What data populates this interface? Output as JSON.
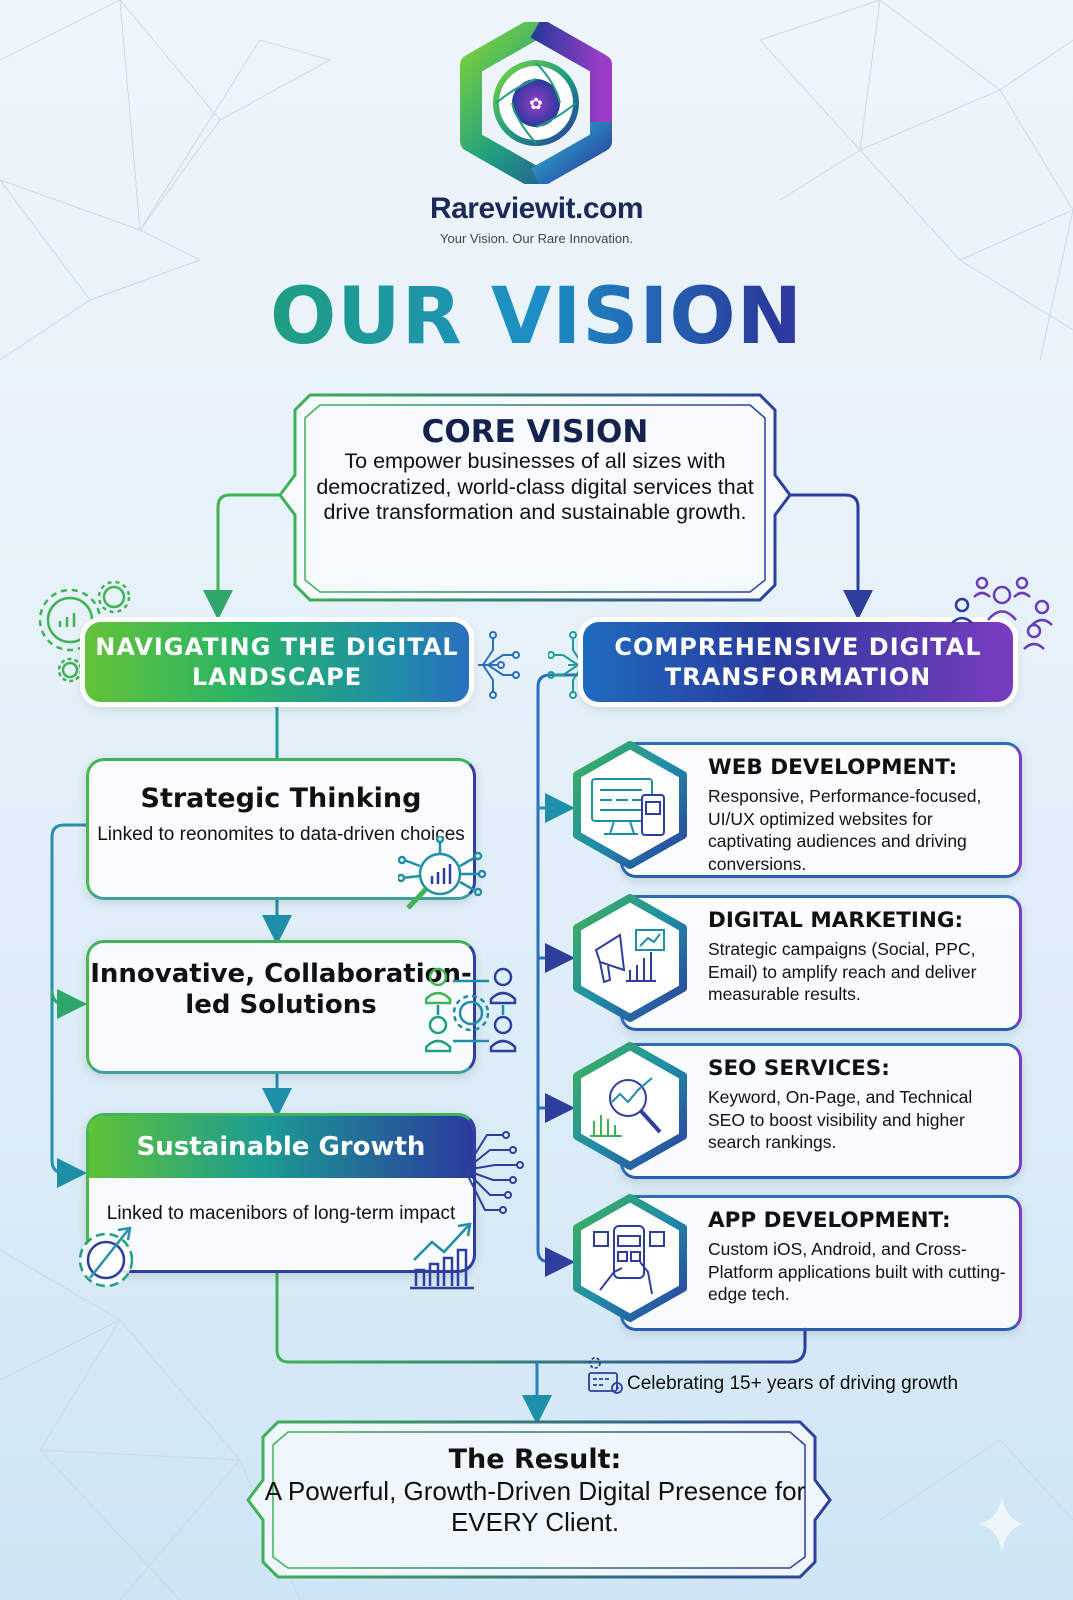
{
  "header": {
    "brand": "Rareviewit.com",
    "tagline": "Your Vision. Our Rare Innovation.",
    "headline": "OUR VISION",
    "logo_icon": "hexagon-aperture-brain-logo"
  },
  "core_vision": {
    "title": "CORE VISION",
    "body": "To empower businesses of all sizes with democratized, world-class digital services that drive transformation and sustainable growth."
  },
  "left_column": {
    "banner": "NAVIGATING THE DIGITAL LANDSCAPE",
    "banner_icons": [
      "gears-chart-icon",
      "circuit-icon"
    ],
    "items": [
      {
        "title": "Strategic Thinking",
        "subtitle": "Linked to reonomites to data-driven choices",
        "icon": "magnifier-chart-circuit-icon"
      },
      {
        "title": "Innovative, Collaboration-led Solutions",
        "icon": "team-gear-icon"
      },
      {
        "title": "Sustainable Growth",
        "subtitle": "Linked to macenibors of long-term impact",
        "icons": [
          "gear-wrench-arrow-icon",
          "circuit-icon",
          "growth-bar-chart-icon"
        ]
      }
    ]
  },
  "right_column": {
    "banner": "COMPREHENSIVE DIGITAL TRANSFORMATION",
    "banner_icons": [
      "people-network-icon",
      "circuit-icon"
    ],
    "services": [
      {
        "title": "WEB DEVELOPMENT:",
        "description": "Responsive, Performance-focused, UI/UX optimized websites for captivating audiences and driving conversions.",
        "icon": "monitor-phone-icon"
      },
      {
        "title": "DIGITAL MARKETING:",
        "description": "Strategic campaigns (Social, PPC, Email) to amplify reach and deliver measurable results.",
        "icon": "megaphone-chart-icon"
      },
      {
        "title": "SEO SERVICES:",
        "description": "Keyword, On-Page, and Technical SEO to boost visibility and higher search rankings.",
        "icon": "magnifier-analytics-icon"
      },
      {
        "title": "APP DEVELOPMENT:",
        "description": "Custom iOS, Android, and Cross-Platform applications built with cutting-edge tech.",
        "icon": "hand-phone-icon"
      }
    ]
  },
  "milestone": {
    "text": "Celebrating 15+ years of driving growth",
    "icon": "calendar-gear-icon"
  },
  "result": {
    "title": "The Result:",
    "body": "A Powerful, Growth-Driven Digital Presence for EVERY Client."
  },
  "colors": {
    "green": "#5bc236",
    "teal": "#1f9f80",
    "blue": "#1c8fc7",
    "navy": "#2a3a9c",
    "purple": "#8a3bbf",
    "brand_text": "#1b2a56"
  }
}
